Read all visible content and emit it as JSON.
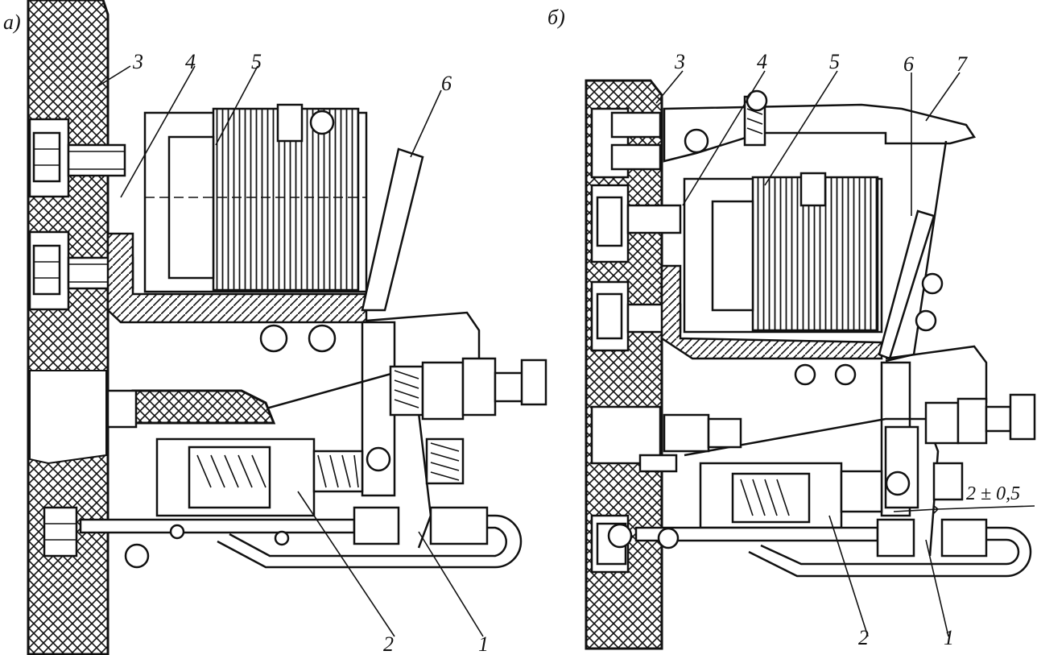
{
  "panels": [
    {
      "id": "a",
      "label": "а)",
      "callouts": [
        "3",
        "4",
        "5",
        "6",
        "2",
        "1"
      ]
    },
    {
      "id": "b",
      "label": "б)",
      "callouts": [
        "3",
        "4",
        "5",
        "6",
        "7",
        "2",
        "1"
      ],
      "dimension": "2 ± 0,5"
    }
  ]
}
